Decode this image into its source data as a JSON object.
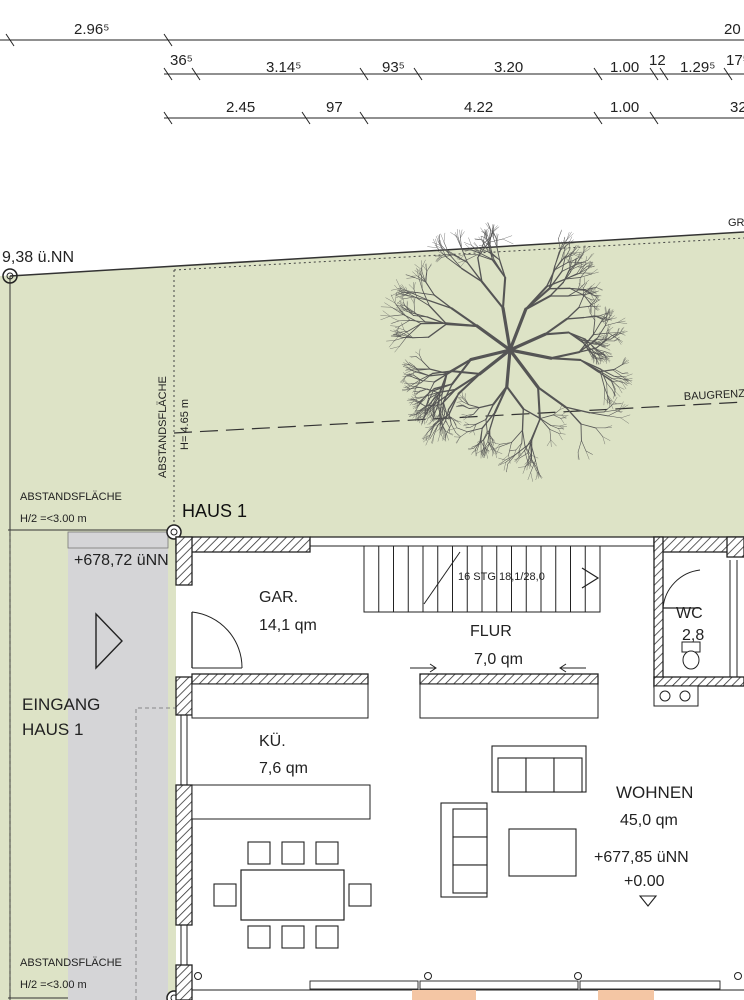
{
  "dimensions": {
    "row0": [
      "2.96⁵",
      "20"
    ],
    "row1": [
      "36⁵",
      "3.14⁵",
      "93⁵",
      "3.20",
      "1.00",
      "12",
      "1.29⁵",
      "17⁵"
    ],
    "row2": [
      "2.45",
      "97",
      "4.22",
      "1.00",
      "32"
    ]
  },
  "site": {
    "elevation_corner": "9,38  ü.NN",
    "label_gr": "GR",
    "baugrenze": "BAUGRENZE",
    "abstand_vertical": "ABSTANDSFLÄCHE",
    "h_vertical": "H= 4.65 m",
    "abstand_top_title": "ABSTANDSFLÄCHE",
    "abstand_top_value": "H/2  =<3.00  m",
    "abstand_bottom_title": "ABSTANDSFLÄCHE",
    "abstand_bottom_value": "H/2  =<3.00  m",
    "haus": "HAUS 1",
    "entrance_elevation": "+678,72  üNN",
    "eingang_line1": "EINGANG",
    "eingang_line2": "HAUS  1"
  },
  "rooms": {
    "gar_name": "GAR.",
    "gar_area": "14,1  qm",
    "flur_name": "FLUR",
    "flur_area": "7,0  qm",
    "stair": "16 STG 18,1/28,0",
    "wc_name": "WC",
    "wc_area": "2,8",
    "kue_name": "KÜ.",
    "kue_area": "7,6  qm",
    "wohnen_name": "WOHNEN",
    "wohnen_area": "45,0  qm",
    "wohnen_elev": "+677,85  üNN",
    "wohnen_zero": "+0.00"
  },
  "colors": {
    "lawn": "#dde3c6",
    "path": "#d5d5d7",
    "wall_hatch": "#e8e8e8",
    "tree": "#555555"
  }
}
